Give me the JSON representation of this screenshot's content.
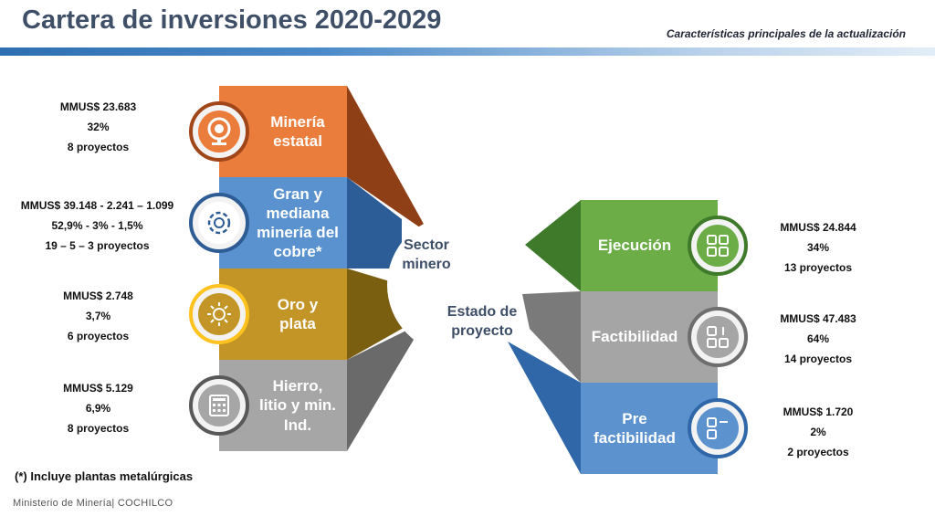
{
  "header": {
    "title": "Cartera de inversiones 2020-2029",
    "subtitle": "Características principales de la actualización"
  },
  "center": {
    "sector_label": "Sector\nminero",
    "estado_label": "Estado de\nproyecto"
  },
  "colors": {
    "mineria_estatal": "#ea7c3c",
    "gran_mediana": "#5a92cf",
    "oro_plata": "#c39526",
    "hierro_litio": "#a6a6a6",
    "ejecucion": "#6cad48",
    "factibilidad": "#a5a5a5",
    "pre_factibilidad": "#5c93cf",
    "title": "#3f4f67"
  },
  "sectors": [
    {
      "label": "Minería\nestatal",
      "icon": "helmet-icon",
      "amount": "MMUS$ 23.683",
      "percent": "32%",
      "projects": "8 proyectos"
    },
    {
      "label": "Gran y\nmediana\nminería del\ncobre*",
      "icon": "gear-icon",
      "amount": "MMUS$ 39.148 - 2.241 – 1.099",
      "percent": "52,9% - 3% - 1,5%",
      "projects": "19 – 5 – 3 proyectos"
    },
    {
      "label": "Oro y\nplata",
      "icon": "sun-icon",
      "amount": "MMUS$ 2.748",
      "percent": "3,7%",
      "projects": "6 proyectos"
    },
    {
      "label": "Hierro,\nlitio y min.\nInd.",
      "icon": "calculator-icon",
      "amount": "MMUS$ 5.129",
      "percent": "6,9%",
      "projects": "8 proyectos"
    }
  ],
  "states": [
    {
      "label": "Ejecución",
      "icon": "grid-icon",
      "amount": "MMUS$ 24.844",
      "percent": "34%",
      "projects": "13 proyectos"
    },
    {
      "label": "Factibilidad",
      "icon": "grid-icon",
      "amount": "MMUS$ 47.483",
      "percent": "64%",
      "projects": "14 proyectos"
    },
    {
      "label": "Pre\nfactibilidad",
      "icon": "grid-icon",
      "amount": "MMUS$ 1.720",
      "percent": "2%",
      "projects": "2 proyectos"
    }
  ],
  "note": "(*) Incluye plantas metalúrgicas",
  "footer": "Ministerio de Minería| COCHILCO"
}
